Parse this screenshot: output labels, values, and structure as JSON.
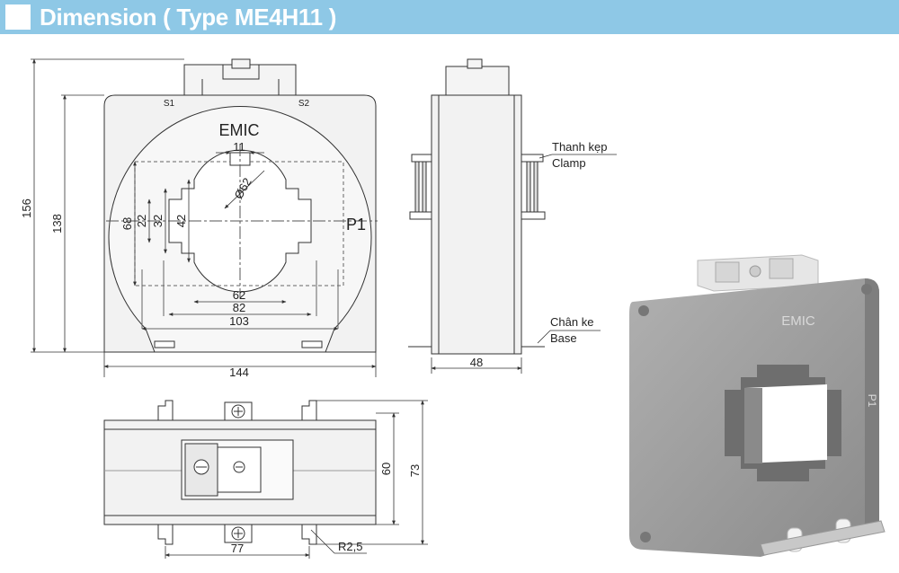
{
  "header": {
    "title": "Dimension ( Type ME4H11 )"
  },
  "front_view": {
    "terminal_s1": "S1",
    "terminal_s2": "S2",
    "brand": "EMIC",
    "primary": "P1",
    "dimensions": {
      "overall_height": "156",
      "body_height": "138",
      "window_height_outer": "68",
      "step_32": "32",
      "step_22": "22",
      "step_42": "42",
      "slot_width": "11",
      "diameter": "Ø62",
      "width_62": "62",
      "width_82": "82",
      "width_103": "103",
      "overall_width": "144"
    }
  },
  "side_view": {
    "clamp_vi": "Thanh kẹp",
    "clamp_en": "Clamp",
    "base_vi": "Chân ke",
    "base_en": "Base",
    "depth": "48"
  },
  "bottom_view": {
    "dim_60": "60",
    "dim_73": "73",
    "dim_77": "77",
    "radius": "R2,5"
  },
  "photo": {
    "brand": "EMIC",
    "primary": "P1"
  },
  "colors": {
    "header": "#8ec8e6",
    "body_fill": "#f2f2f2",
    "photo_body": "#9a9a9a"
  }
}
